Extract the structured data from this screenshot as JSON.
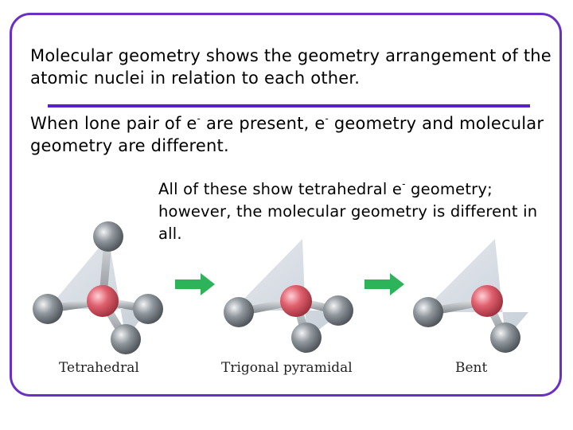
{
  "slide": {
    "para1": "Molecular geometry shows the geometry arrangement of the atomic nuclei in relation to each other.",
    "para2_a": "When lone pair of e",
    "para2_b": " are present, e",
    "para2_c": " geometry and molecular geometry are different.",
    "para3_a": "All of these show tetrahedral e",
    "para3_b": " geometry; however, the molecular geometry is different in all.",
    "superscript": "-"
  },
  "figure": {
    "captions": [
      "Tetrahedral",
      "Trigonal pyramidal",
      "Bent"
    ],
    "colors": {
      "central_atom": "#e0606e",
      "outer_atom": "#8f969c",
      "bond": "#a8adb2",
      "tetrahedron_face": "#c4ccd6",
      "arrow": "#2db35a",
      "frame": "#6a2fc4",
      "rule": "#5a20c8"
    }
  }
}
